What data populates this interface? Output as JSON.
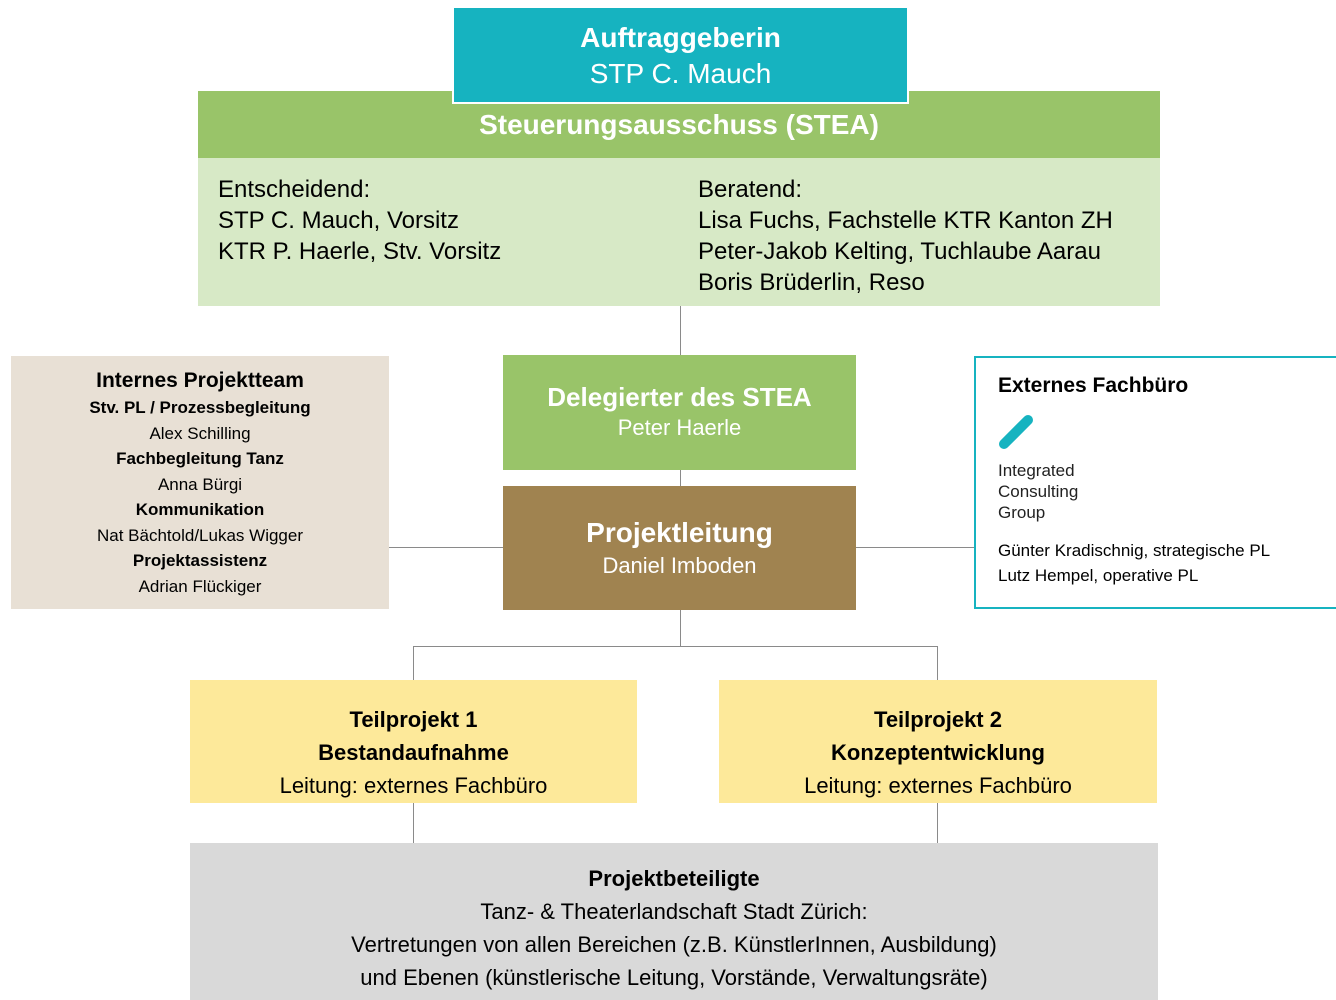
{
  "client": {
    "title": "Auftraggeberin",
    "name": "STP C. Mauch"
  },
  "steering": {
    "title": "Steuerungsausschuss (STEA)",
    "deciding": {
      "heading": "Entscheidend:",
      "members": [
        "STP C. Mauch, Vorsitz",
        "KTR P. Haerle, Stv. Vorsitz"
      ]
    },
    "advising": {
      "heading": "Beratend:",
      "members": [
        "Lisa Fuchs, Fachstelle KTR Kanton ZH",
        "Peter-Jakob Kelting, Tuchlaube Aarau",
        "Boris Brüderlin, Reso"
      ]
    }
  },
  "delegate": {
    "title": "Delegierter des STEA",
    "name": "Peter Haerle"
  },
  "project_lead": {
    "title": "Projektleitung",
    "name": "Daniel Imboden"
  },
  "internal_team": {
    "title": "Internes Projektteam",
    "roles": [
      {
        "role": "Stv. PL / Prozessbegleitung",
        "person": "Alex Schilling"
      },
      {
        "role": "Fachbegleitung Tanz",
        "person": "Anna Bürgi"
      },
      {
        "role": "Kommunikation",
        "person": "Nat Bächtold/Lukas Wigger"
      },
      {
        "role": "Projektassistenz",
        "person": "Adrian Flückiger"
      }
    ]
  },
  "external_office": {
    "title": "Externes Fachbüro",
    "logo_icon": "icg-slash-logo-icon",
    "logo_lines": [
      "Integrated",
      "Consulting",
      "Group"
    ],
    "people": [
      "Günter Kradischnig, strategische PL",
      "Lutz Hempel, operative PL"
    ]
  },
  "subprojects": [
    {
      "number": "Teilprojekt 1",
      "name": "Bestandaufnahme",
      "lead": "Leitung: externes Fachbüro"
    },
    {
      "number": "Teilprojekt 2",
      "name": "Konzeptentwicklung",
      "lead": "Leitung: externes Fachbüro"
    }
  ],
  "stakeholders": {
    "title": "Projektbeteiligte",
    "lines": [
      "Tanz- & Theaterlandschaft Stadt Zürich:",
      "Vertretungen von allen Bereichen (z.B. KünstlerInnen, Ausbildung)",
      "und Ebenen (künstlerische Leitung, Vorstände, Verwaltungsräte)"
    ]
  },
  "colors": {
    "teal": "#16b3c0",
    "green": "#99c469",
    "light_green": "#d7e9c6",
    "brown": "#a08350",
    "beige": "#e8e0d5",
    "yellow": "#fde99a",
    "grey": "#d9d9d9"
  }
}
